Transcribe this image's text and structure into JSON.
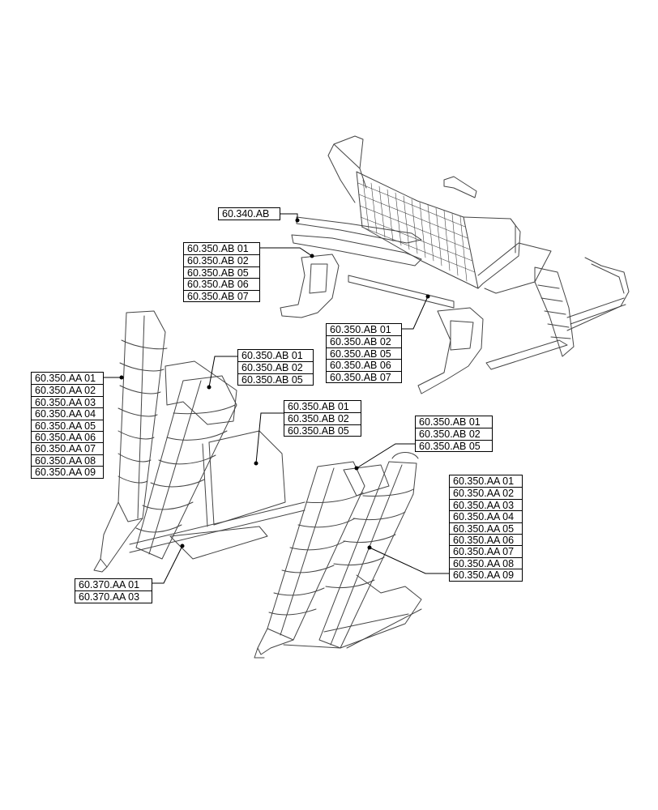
{
  "diagram": {
    "colors": {
      "line": "#000000",
      "background": "#ffffff",
      "part_stroke": "#444444"
    },
    "callouts": [
      {
        "id": "c-6034",
        "refs": [
          "60.340.AB"
        ]
      },
      {
        "id": "c-ab-upper",
        "refs": [
          "60.350.AB 01",
          "60.350.AB 02",
          "60.350.AB 05",
          "60.350.AB 06",
          "60.350.AB 07"
        ]
      },
      {
        "id": "c-ab-right",
        "refs": [
          "60.350.AB 01",
          "60.350.AB 02",
          "60.350.AB 05",
          "60.350.AB 06",
          "60.350.AB 07"
        ]
      },
      {
        "id": "c-ab-auger-left",
        "refs": [
          "60.350.AB 01",
          "60.350.AB 02",
          "60.350.AB 05"
        ]
      },
      {
        "id": "c-aa-left",
        "refs": [
          "60.350.AA 01",
          "60.350.AA 02",
          "60.350.AA 03",
          "60.350.AA 04",
          "60.350.AA 05",
          "60.350.AA 06",
          "60.350.AA 07",
          "60.350.AA 08",
          "60.350.AA 09"
        ]
      },
      {
        "id": "c-ab-mid",
        "refs": [
          "60.350.AB 01",
          "60.350.AB 02",
          "60.350.AB 05"
        ]
      },
      {
        "id": "c-ab-auger-right",
        "refs": [
          "60.350.AB 01",
          "60.350.AB 02",
          "60.350.AB 05"
        ]
      },
      {
        "id": "c-aa-right",
        "refs": [
          "60.350.AA 01",
          "60.350.AA 02",
          "60.350.AA 03",
          "60.350.AA 04",
          "60.350.AA 05",
          "60.350.AA 06",
          "60.350.AA 07",
          "60.350.AA 08",
          "60.350.AA 09"
        ]
      },
      {
        "id": "c-370",
        "refs": [
          "60.370.AA 01",
          "60.370.AA 03"
        ]
      }
    ]
  }
}
